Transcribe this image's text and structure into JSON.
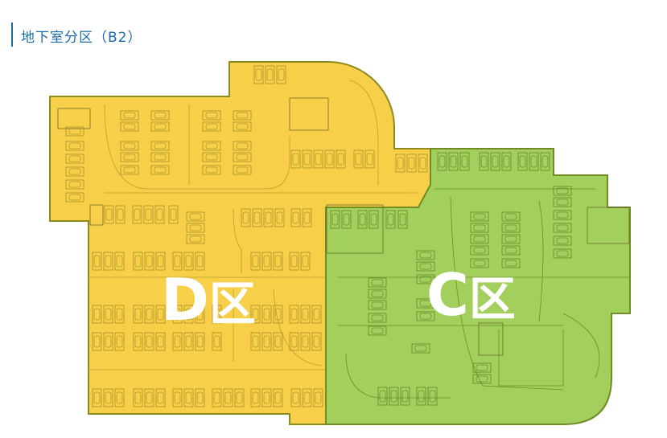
{
  "title": "地下室分区（B2）",
  "zones": [
    {
      "id": "D",
      "letter": "D",
      "suffix": "区",
      "color": "#f8cf49",
      "stroke": "#8e8b1e"
    },
    {
      "id": "C",
      "letter": "C",
      "suffix": "区",
      "color": "#a3cf5c",
      "stroke": "#6f8c25"
    }
  ]
}
